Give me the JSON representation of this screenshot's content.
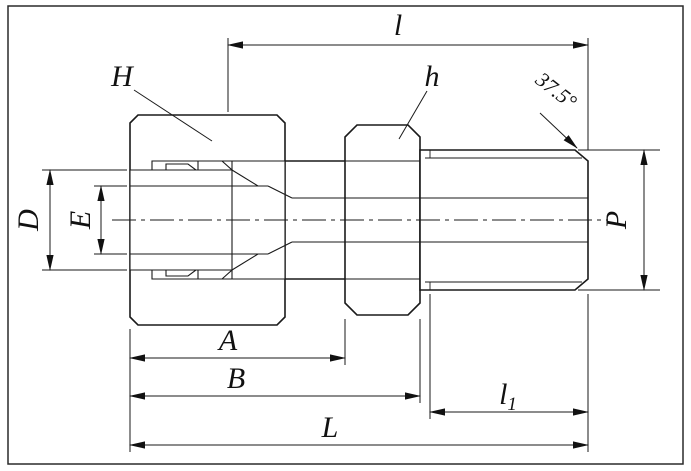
{
  "drawing": {
    "dimension_labels": {
      "top_length": "l",
      "nut_callout": "H",
      "hex_callout": "h",
      "chamfer_angle": "37.5°",
      "tube_od": "D",
      "bore": "E",
      "thread_od": "P",
      "dim_a": "A",
      "dim_b": "B",
      "thread_length_base": "l",
      "thread_length_sub": "1",
      "overall_length": "L"
    },
    "colors": {
      "line": "#1a1a1a",
      "section_fill_base": "#d8d8d8",
      "background": "#ffffff"
    }
  }
}
